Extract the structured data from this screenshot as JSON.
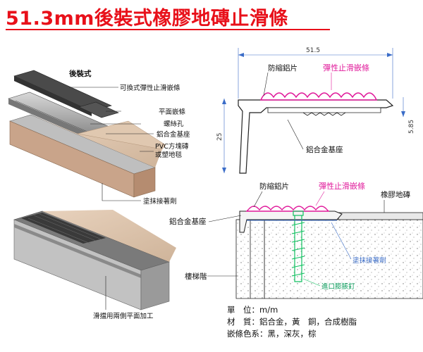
{
  "title": "51.3mm後裝式橡膠地磚止滑條",
  "iso": {
    "heading": "後裝式",
    "labels": {
      "replaceable_strip": "可換式彈性止滑嵌條",
      "flat_strip": "平面嵌條",
      "screw_hole": "螺絲孔",
      "alu_base": "鋁合金基座",
      "pvc_tile_1": "PVC方塊磚",
      "pvc_tile_2": "或塑地毯",
      "adhesive": "塗抹接著劑",
      "anti_slip_flat": "滑擋用兩側平面加工"
    }
  },
  "section_top": {
    "dim_width": "51.5",
    "dim_height": "25",
    "dim_small": "5.85",
    "label_shrink": "防縮鋁片",
    "label_elastic": "彈性止滑嵌條",
    "label_base": "鋁合金基座"
  },
  "section_bottom": {
    "label_shrink": "防縮鋁片",
    "label_elastic": "彈性止滑嵌條",
    "label_rubber_tile": "橡膠地磚",
    "label_base": "鋁合金基座",
    "label_adhesive": "塗抹接著劑",
    "label_stairs": "樓梯階",
    "label_anchor": "進口膨脹釘"
  },
  "specs": {
    "unit_key": "單　位：",
    "unit_val": "m/m",
    "material_key": "材　質：",
    "material_val": "鋁合金，黃　銅，合成樹脂",
    "color_key": "嵌條色系：",
    "color_val": "黑，深灰，棕"
  },
  "colors": {
    "title": "#e8101a",
    "pink": "#e0189a",
    "green": "#10c060"
  }
}
